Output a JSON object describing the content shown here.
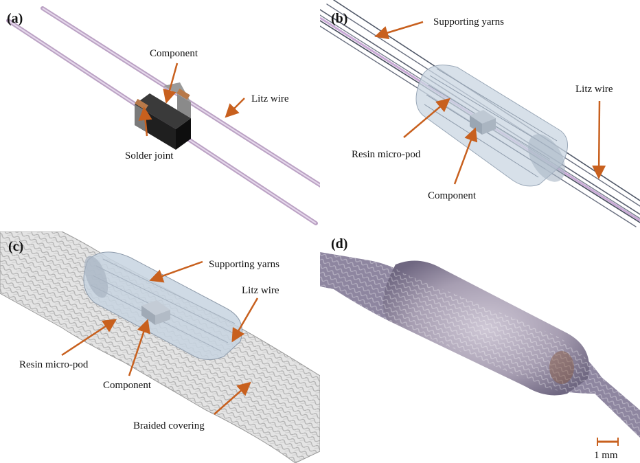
{
  "figure": {
    "accent_color": "#c8601e",
    "panel_a": {
      "label": "(a)",
      "annotations": {
        "component": "Component",
        "litz_wire": "Litz wire",
        "solder_joint": "Solder joint"
      }
    },
    "panel_b": {
      "label": "(b)",
      "annotations": {
        "supporting_yarns": "Supporting yarns",
        "litz_wire": "Litz wire",
        "resin_micro_pod": "Resin micro-pod",
        "component": "Component"
      }
    },
    "panel_c": {
      "label": "(c)",
      "annotations": {
        "supporting_yarns": "Supporting yarns",
        "litz_wire": "Litz wire",
        "resin_micro_pod": "Resin micro-pod",
        "component": "Component",
        "braided_covering": "Braided covering"
      }
    },
    "panel_d": {
      "label": "(d)",
      "scale_bar": "1 mm"
    }
  }
}
